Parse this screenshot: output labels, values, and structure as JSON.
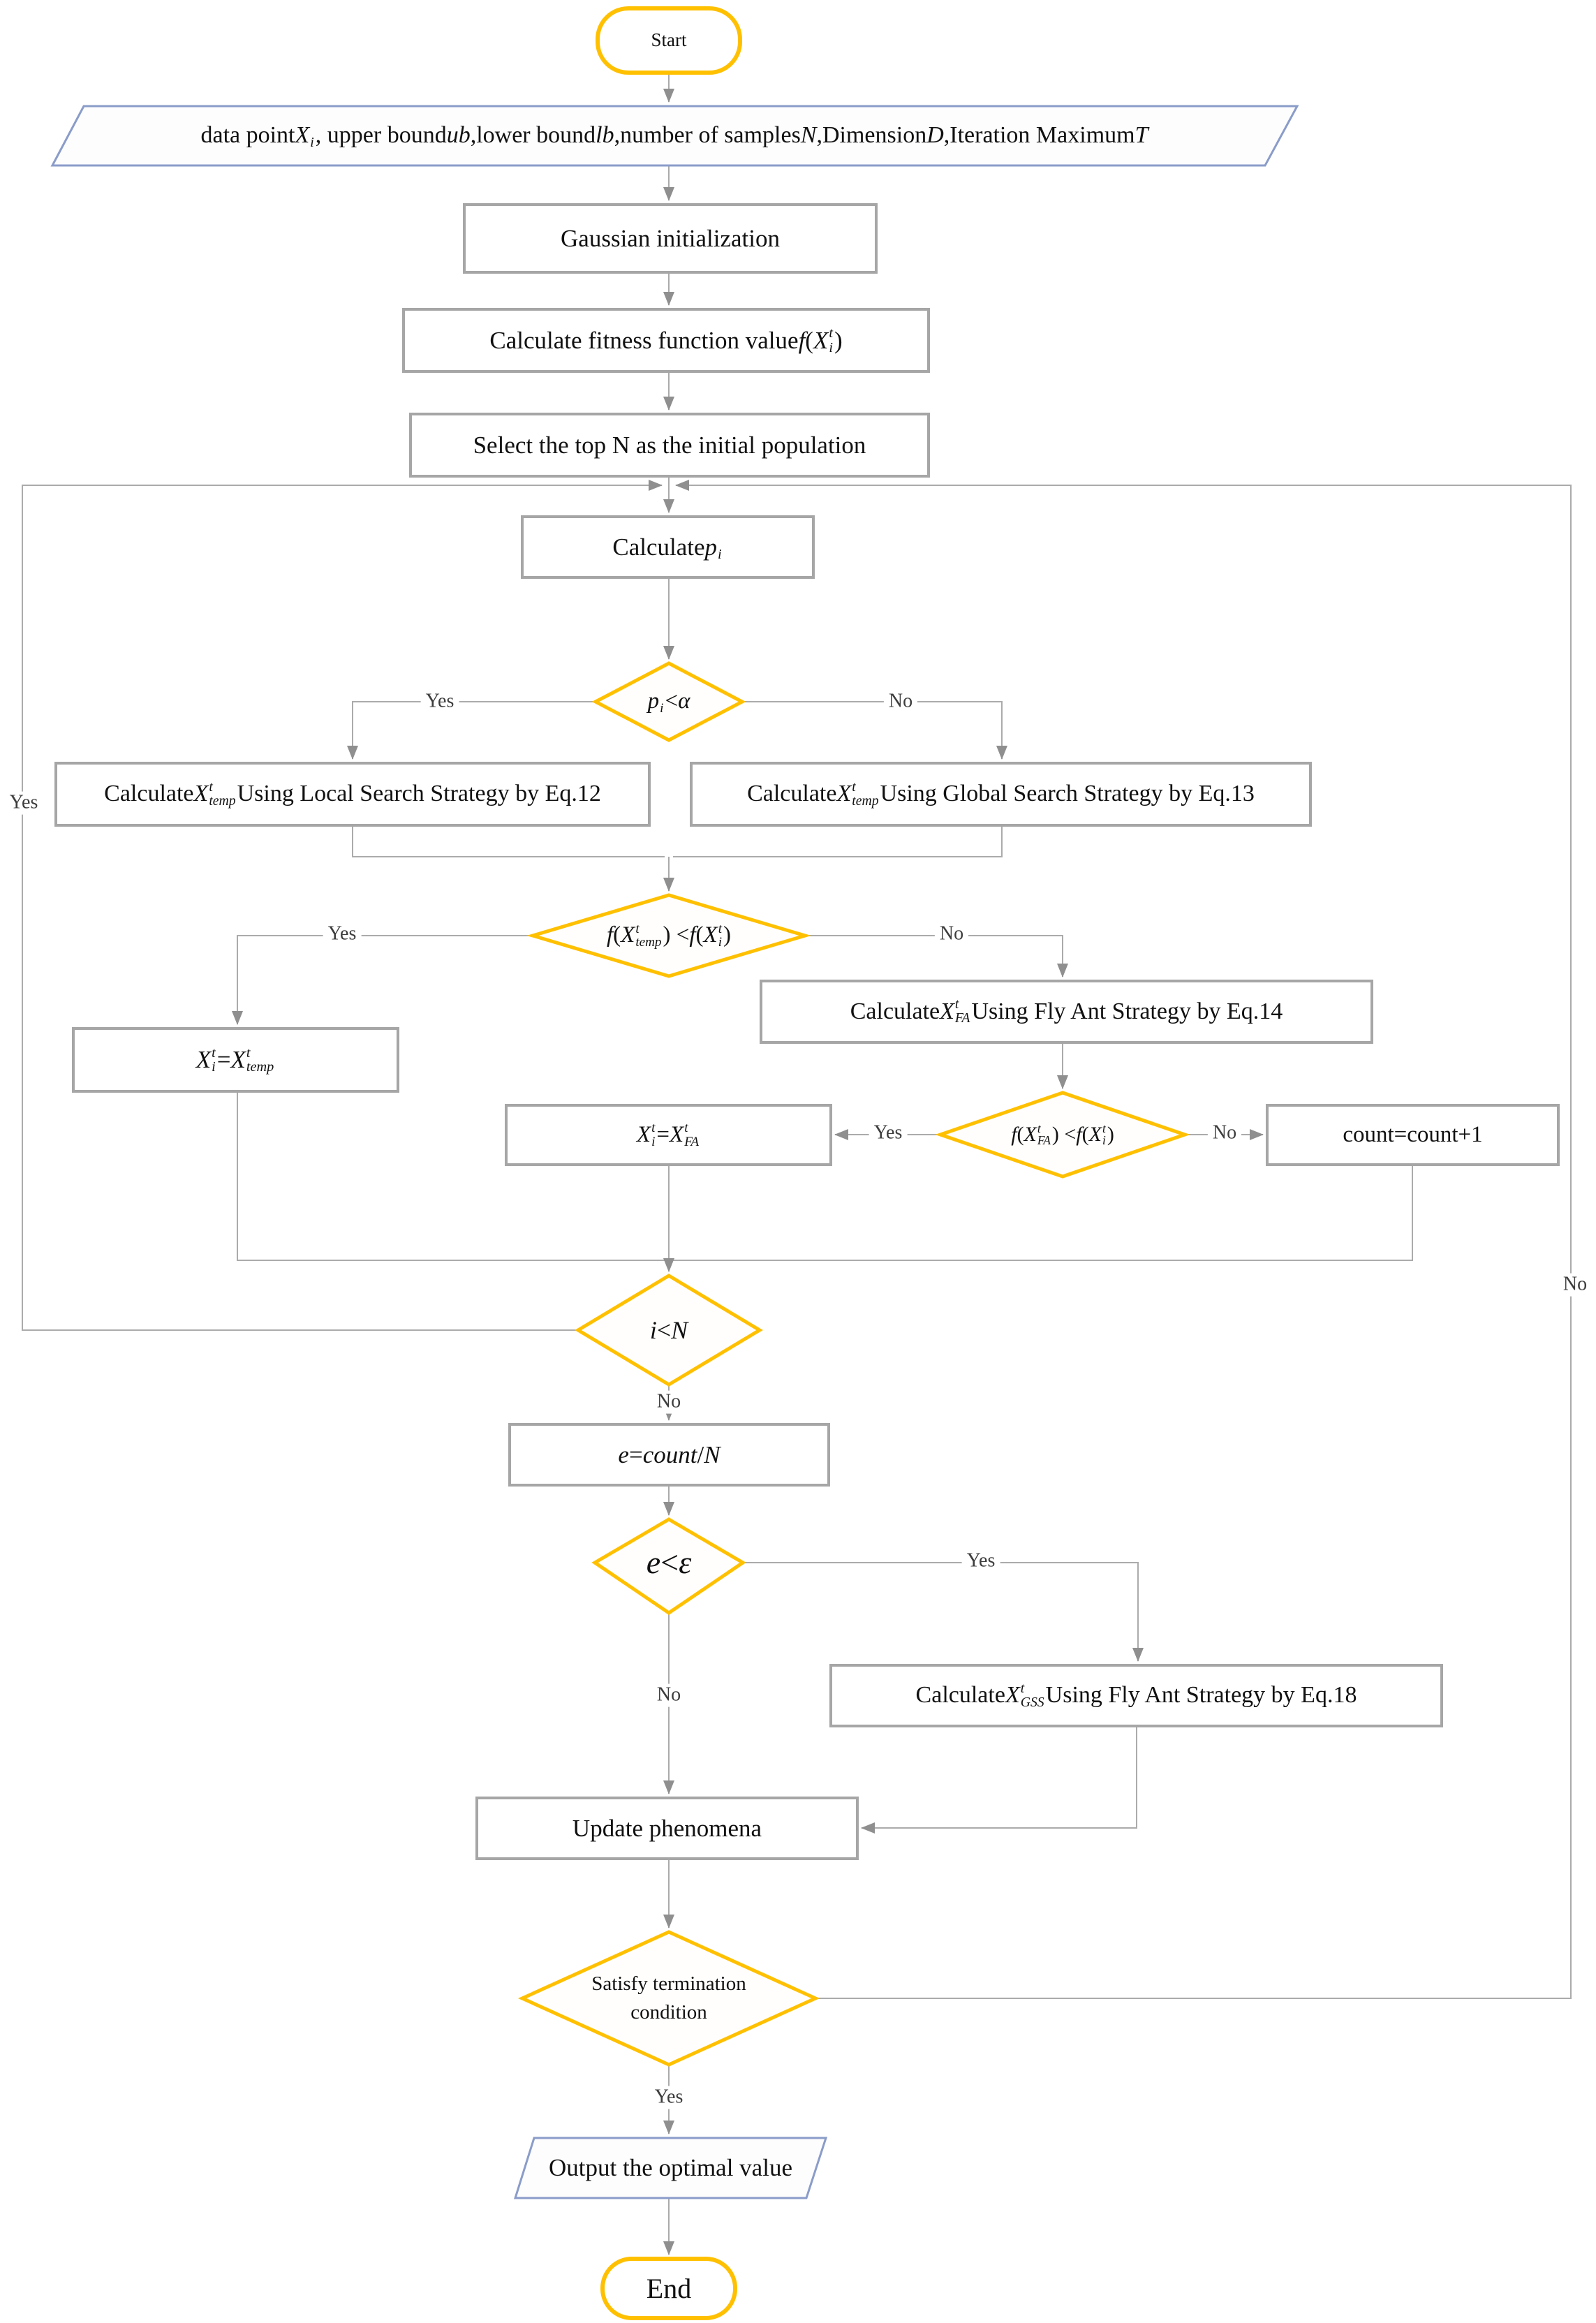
{
  "nodes": {
    "start": {
      "label": "Start"
    },
    "input_params": {
      "label": "data point {X||i}, upper bound *ub*,lower bound *lb*,number of samples *N*,Dimension *D*,Iteration Maximum *T*"
    },
    "gaussian_init": {
      "label": "Gaussian initialization"
    },
    "calc_fitness": {
      "label": "Calculate fitness function value  *f*({X|t|i})"
    },
    "select_top_n": {
      "label": "Select the top N as the initial population"
    },
    "calc_pi": {
      "label": "Calculate {p||i}"
    },
    "decision_pi_alpha": {
      "label": "{p||i} < *α*",
      "yes": "Yes",
      "no": "No"
    },
    "local_search": {
      "label": "Calculate {X|t|temp} Using Local Search Strategy by Eq.12"
    },
    "global_search": {
      "label": "Calculate {X|t|temp} Using Global Search Strategy by Eq.13"
    },
    "decision_temp_fit": {
      "label": "*f*({X|t|temp}) < *f*({X|t|i})",
      "yes": "Yes",
      "no": "No"
    },
    "assign_temp": {
      "label": "{X|t|i} = {X|t|temp}"
    },
    "fly_ant": {
      "label": "Calculate  {X|t|FA} Using Fly Ant Strategy by Eq.14"
    },
    "decision_fa_fit": {
      "label": "*f*({X|t|FA}) < *f*({X|t|i})",
      "yes": "Yes",
      "no": "No"
    },
    "assign_fa": {
      "label": "{X|t|i} = {X|t|FA}"
    },
    "increment_count": {
      "label": "count=count+1"
    },
    "decision_i_n": {
      "label": "*i* < *N*",
      "yes": "Yes",
      "no": "No"
    },
    "calc_e": {
      "label": "*e* = *count* / *N*"
    },
    "decision_e_eps": {
      "label": "*e*<*ε*",
      "yes": "Yes",
      "no": "No"
    },
    "gss_fly_ant": {
      "label": "Calculate  {X|t|GSS} Using Fly Ant Strategy by Eq.18"
    },
    "update_phenomena": {
      "label": "Update phenomena"
    },
    "decision_term": {
      "label": "Satisfy termination condition",
      "yes": "Yes",
      "no": "No"
    },
    "output_value": {
      "label": "Output the optimal value"
    },
    "end": {
      "label": "End"
    }
  },
  "colors": {
    "terminator_border": "#FFC000",
    "decision_border": "#FFC000",
    "process_border": "#A6A6A6",
    "io_border": "#8A9CC9",
    "connector": "#ABABAB",
    "arrowhead": "#8F8F8F",
    "text_color": "#111111",
    "label_color": "#3D3D3D"
  }
}
